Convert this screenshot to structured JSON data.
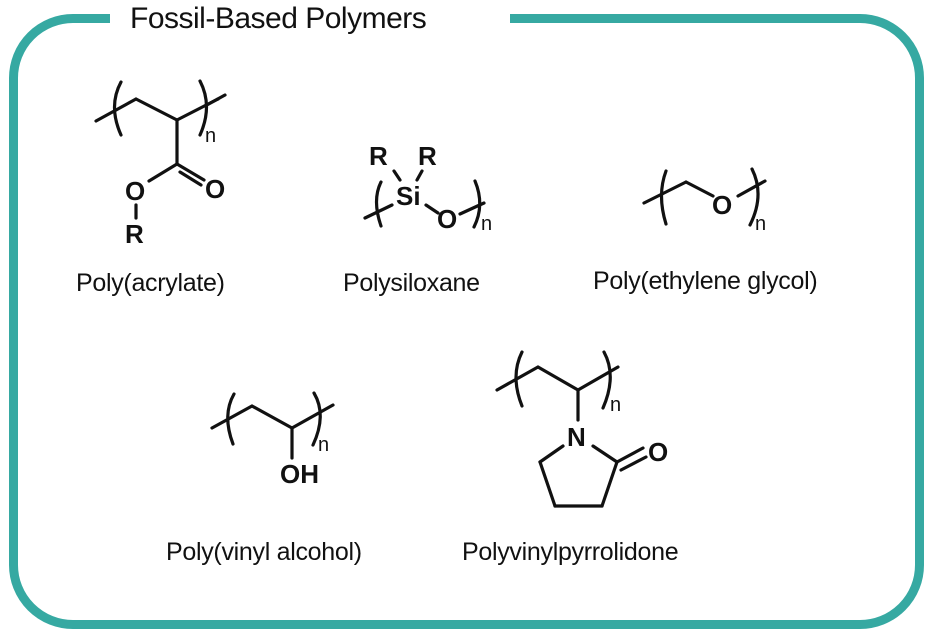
{
  "title": "Fossil-Based Polymers",
  "colors": {
    "frame": "#36a9a2",
    "text": "#111111",
    "background": "#ffffff"
  },
  "polymers": [
    {
      "name": "Poly(acrylate)",
      "atoms": {
        "carbonyl_o": "O",
        "ester_o": "O",
        "r": "R",
        "n": "n"
      }
    },
    {
      "name": "Polysiloxane",
      "atoms": {
        "r1": "R",
        "r2": "R",
        "si": "Si",
        "o": "O",
        "n": "n"
      }
    },
    {
      "name": "Poly(ethylene glycol)",
      "atoms": {
        "o": "O",
        "n": "n"
      }
    },
    {
      "name": "Poly(vinyl alcohol)",
      "atoms": {
        "oh": "OH",
        "n": "n"
      }
    },
    {
      "name": "Polyvinylpyrrolidone",
      "atoms": {
        "n_atom": "N",
        "o": "O",
        "n": "n"
      }
    }
  ]
}
